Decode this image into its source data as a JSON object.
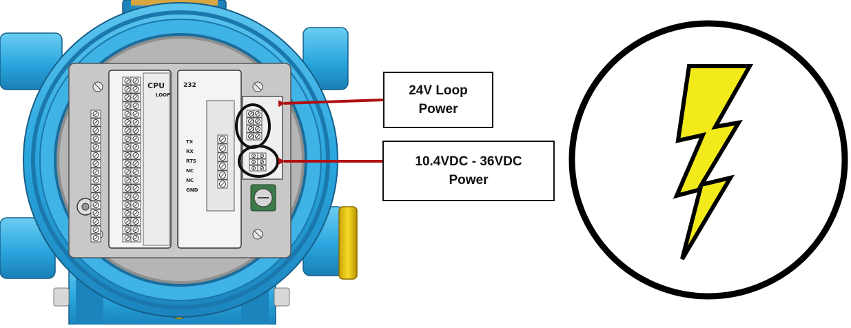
{
  "callouts": {
    "loop_power": {
      "line1": "24V Loop",
      "line2": "Power"
    },
    "dc_power": {
      "line1": "10.4VDC - 36VDC",
      "line2": "Power"
    }
  },
  "board_labels": {
    "cpu": "CPU",
    "loop": "LOOP",
    "port232": "232",
    "tx": "TX",
    "rx": "RX",
    "rts": "RTS",
    "nc": "NC",
    "gnd": "GND"
  },
  "colors": {
    "housing_blue": "#2aa6de",
    "housing_dark": "#1f7fb3",
    "faceplate": "#c6c6c6",
    "arrow_red": "#b01010",
    "bolt_yellow": "#f3ea1c"
  },
  "icons": {
    "warning": "lightning-bolt-icon"
  }
}
